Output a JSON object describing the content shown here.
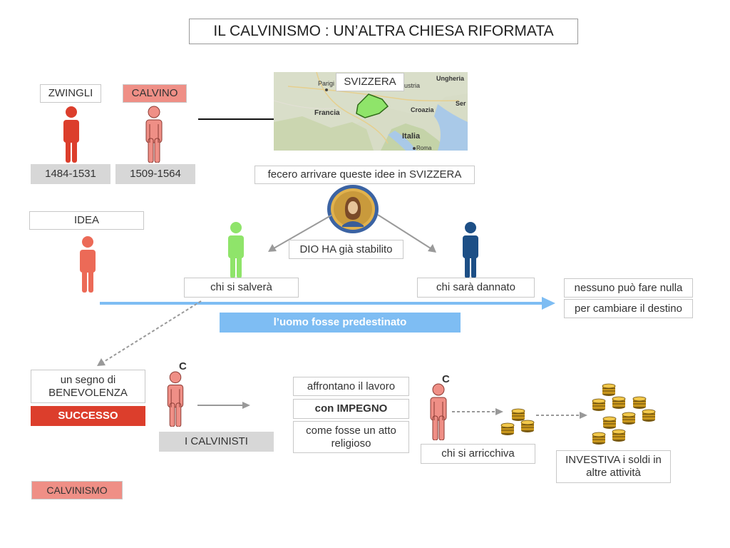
{
  "title": "IL CALVINISMO : UN’ALTRA CHIESA RIFORMATA",
  "people": {
    "zwingli": {
      "name": "ZWINGLI",
      "years": "1484-1531"
    },
    "calvino": {
      "name": "CALVINO",
      "years": "1509-1564"
    }
  },
  "map": {
    "label": "SVIZZERA",
    "places": {
      "parigi": "Parigi",
      "francia": "Francia",
      "austria": "ustria",
      "ungheria": "Ungheria",
      "croazia": "Croazia",
      "serbia": "Ser",
      "italia": "Italia",
      "roma": "Roma"
    }
  },
  "spread_text": "fecero arrivare queste idee in SVIZZERA",
  "idea_label": "IDEA",
  "god_label": "DIO HA già stabilito",
  "saved_label": "chi si salverà",
  "damned_label": "chi sarà dannato",
  "nobody": [
    "nessuno può fare nulla",
    "per cambiare il destino"
  ],
  "predestined_label": "l’uomo fosse predestinato",
  "benevolence": {
    "text": "un segno di BENEVOLENZA",
    "success": "SUCCESSO"
  },
  "calvinists_label": "I CALVINISTI",
  "calvinist_mark": "C",
  "work": [
    "affrontano il lavoro",
    "con IMPEGNO",
    "come fosse un atto religioso"
  ],
  "rich_label": "chi si arricchiva",
  "invest_label": "INVESTIVA i soldi in altre attività",
  "tag_calvinismo": "CALVINISMO",
  "colors": {
    "zwingli": "#dc3e2c",
    "calvino": "#ef8f86",
    "idea": "#ec6a57",
    "saved": "#8fe46a",
    "damned": "#1d4f86",
    "timeline": "#7ebdf3",
    "success": "#dc3e2c"
  }
}
